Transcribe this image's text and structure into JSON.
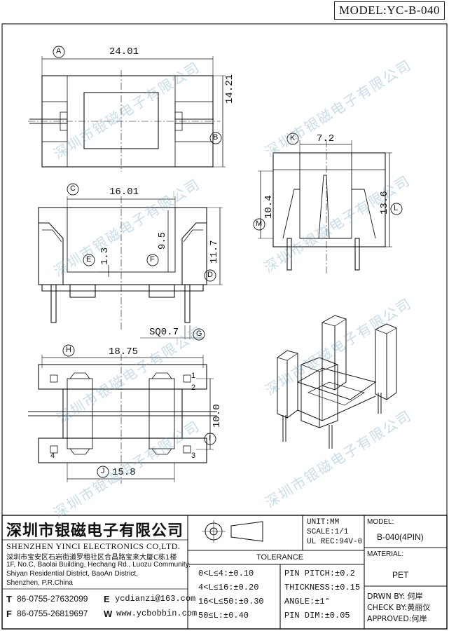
{
  "model_label": "MODEL:YC-B-040",
  "labels": {
    "A": "A",
    "B": "B",
    "C": "C",
    "D": "D",
    "E": "E",
    "F": "F",
    "G": "G",
    "H": "H",
    "I": "I",
    "J": "J",
    "K": "K",
    "L": "L",
    "M": "M"
  },
  "dimensions": {
    "a": "24.01",
    "b": "14.21",
    "c": "16.01",
    "d": "11.7",
    "e": "1.3",
    "f": "9.5",
    "g": "SQ0.7",
    "h": "18.75",
    "i": "10.0",
    "j": "15.8",
    "k": "7.2",
    "l": "13.6",
    "m": "10.4"
  },
  "pin_numbers": [
    "1",
    "2",
    "3",
    "4"
  ],
  "watermark": "深圳市银磁电子有限公司",
  "company": {
    "name_cn": "深圳市银磁电子有限公司",
    "name_en": "SHENZHEN YINCI ELECTRONICS CO,LTD.",
    "address_lines": [
      "深圳市宝安区石岩街道罗租社区合昌路宝来大厦C栋1楼",
      "1F, No.C, Baolai Building, Hechang Rd., Luozu Community,",
      "Shiyan Residential District, BaoAn District,",
      "Shenzhen, P.R.China"
    ],
    "tel_label": "T",
    "tel": "86-0755-27632099",
    "fax_label": "F",
    "fax": "86-0755-26819697",
    "email_label": "E",
    "email": "ycdianzi@163.com",
    "web_label": "W",
    "web": "www.ycbobbin.com"
  },
  "title_block": {
    "unit": "UNIT:MM",
    "scale": "SCALE:1/1",
    "ul_rec": "UL REC:94V-0",
    "model_title": "MODEL:",
    "model_value": "B-040(4PIN)",
    "material_title": "MATERIAL:",
    "material_value": "PET",
    "tolerance_title": "TOLERANCE",
    "tolerance_left": [
      "0<L≤4:±0.10",
      "4<L≤16:±0.20",
      "16<L≤50:±0.30",
      "50≤L:±0.40"
    ],
    "tolerance_right": [
      "PIN PITCH:±0.2",
      "THICKNESS:±0.15",
      "ANGLE:±1°",
      "PIN DIM:±0.05"
    ],
    "drawn": "DRWN BY: 何岸",
    "checked": "CHECK BY:黄丽仪",
    "approved": "APPROVED:何岸"
  }
}
